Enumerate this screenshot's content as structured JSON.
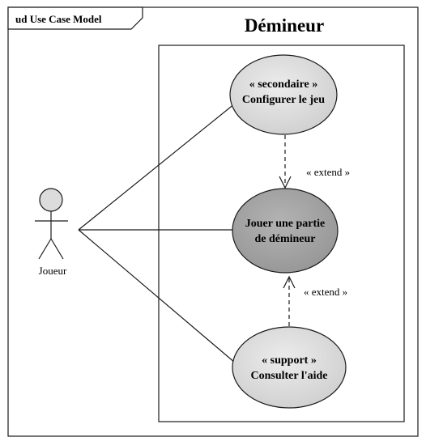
{
  "frame": {
    "tab_label": "ud Use Case Model"
  },
  "system": {
    "title": "Démineur"
  },
  "actor": {
    "name": "Joueur"
  },
  "use_cases": [
    {
      "stereotype": "« secondaire »",
      "name": "Configurer le jeu",
      "fill": "#d9d9d9"
    },
    {
      "line1": "Jouer une partie",
      "line2": "de démineur",
      "fill": "#a6a6a6"
    },
    {
      "stereotype": "« support »",
      "name": "Consulter l'aide",
      "fill": "#d9d9d9"
    }
  ],
  "relations": [
    {
      "label": "« extend »"
    },
    {
      "label": "« extend »"
    }
  ],
  "colors": {
    "line": "#1a1a1a",
    "actor_head": "#dcdcdc"
  }
}
